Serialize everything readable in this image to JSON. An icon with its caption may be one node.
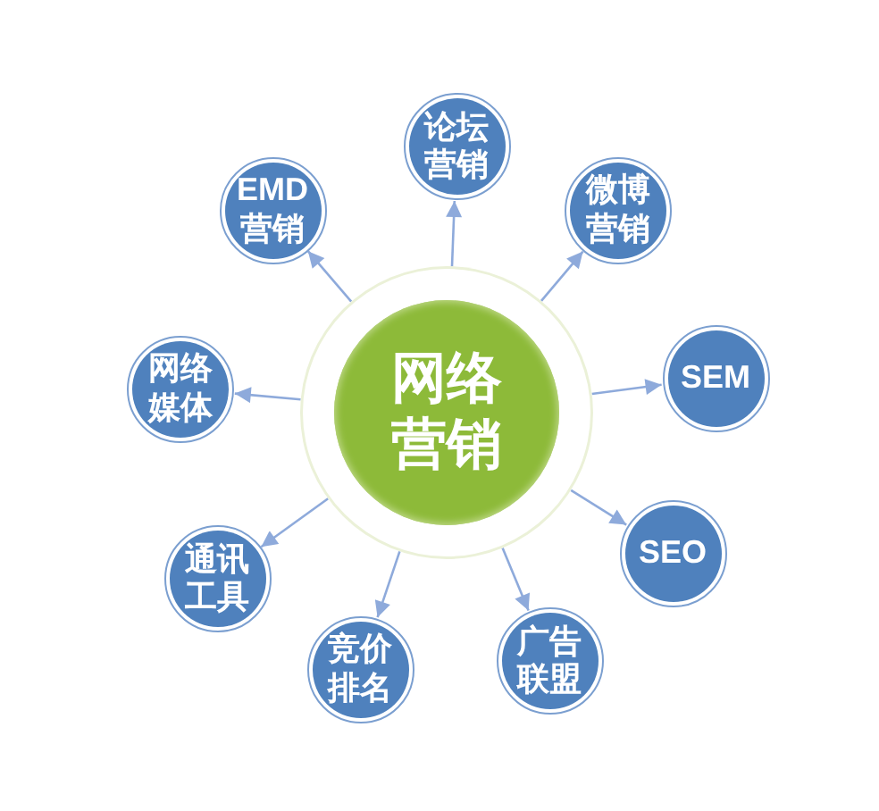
{
  "diagram": {
    "nodes": [
      {
        "text": [
          "网络营销"
        ]
      },
      {
        "text": [
          "论坛营销"
        ]
      },
      {
        "text": [
          "微博营销"
        ]
      },
      {
        "text": [
          "SEM"
        ]
      },
      {
        "text": [
          "SEO"
        ]
      },
      {
        "text": [
          "广告联盟"
        ]
      },
      {
        "text": [
          "竞价排名"
        ]
      },
      {
        "text": [
          "通讯工具"
        ]
      },
      {
        "text": [
          "网络媒体"
        ]
      },
      {
        "text": [
          "EMD营销"
        ]
      }
    ],
    "edges": [
      {
        "from": 0,
        "to": 1,
        "arrow": "to"
      },
      {
        "from": 0,
        "to": 2,
        "arrow": "to"
      },
      {
        "from": 0,
        "to": 3,
        "arrow": "to"
      },
      {
        "from": 0,
        "to": 4,
        "arrow": "to"
      },
      {
        "from": 0,
        "to": 5,
        "arrow": "to"
      },
      {
        "from": 0,
        "to": 6,
        "arrow": "to"
      },
      {
        "from": 0,
        "to": 7,
        "arrow": "to"
      },
      {
        "from": 0,
        "to": 8,
        "arrow": "to"
      },
      {
        "from": 0,
        "to": 9,
        "arrow": "to"
      }
    ]
  }
}
